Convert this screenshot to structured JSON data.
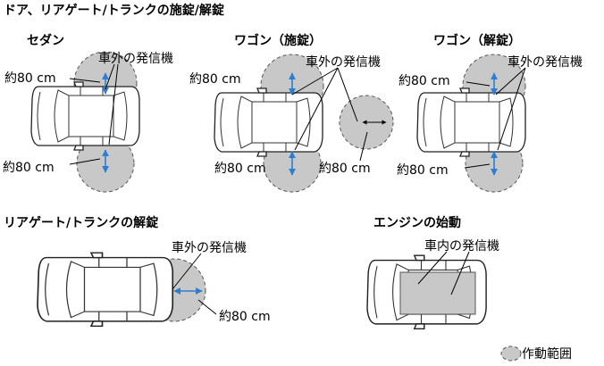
{
  "title": "ドア、リアゲート/トランクの施錠/解錠",
  "sections": {
    "sedan": {
      "heading": "セダン",
      "transmitter": "車外の発信機",
      "dist_top": "約80 cm",
      "dist_bottom": "約80 cm"
    },
    "wagon_lock": {
      "heading": "ワゴン（施錠）",
      "transmitter": "車外の発信機",
      "dist_top": "約80 cm",
      "dist_bottom": "約80 cm",
      "dist_rear": "約80 cm"
    },
    "wagon_unlock": {
      "heading": "ワゴン（解錠）",
      "transmitter": "車外の発信機",
      "dist_top": "約80 cm",
      "dist_bottom": "約80 cm"
    },
    "rear_unlock": {
      "heading": "リアゲート/トランクの解錠",
      "transmitter": "車外の発信機",
      "dist_rear": "約80 cm"
    },
    "engine_start": {
      "heading": "エンジンの始動",
      "transmitter": "車内の発信機"
    }
  },
  "legend": {
    "label": "作動範囲"
  },
  "colors": {
    "range": "#c8c8c8",
    "arrow": "#2a7fd4"
  }
}
